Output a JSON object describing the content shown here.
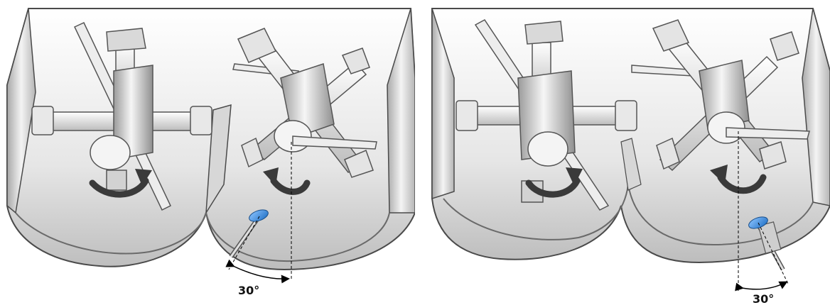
{
  "figure": {
    "panels": [
      {
        "id": "left",
        "angle_label": "30°"
      },
      {
        "id": "right",
        "angle_label": "30°"
      }
    ]
  },
  "colors": {
    "background": "#ffffff",
    "metal_light": "#f2f2f2",
    "metal_mid": "#c9c9c9",
    "metal_dark": "#8c8c8c",
    "outline": "#4a4a4a",
    "rotation_arrow": "#3a3a3a",
    "sensor_disc": "#3a8fe0",
    "dimension_line": "#000000"
  },
  "icons": {
    "rotation": "curved-arrow-icon",
    "sensor": "blue-disc-sensor-icon"
  }
}
